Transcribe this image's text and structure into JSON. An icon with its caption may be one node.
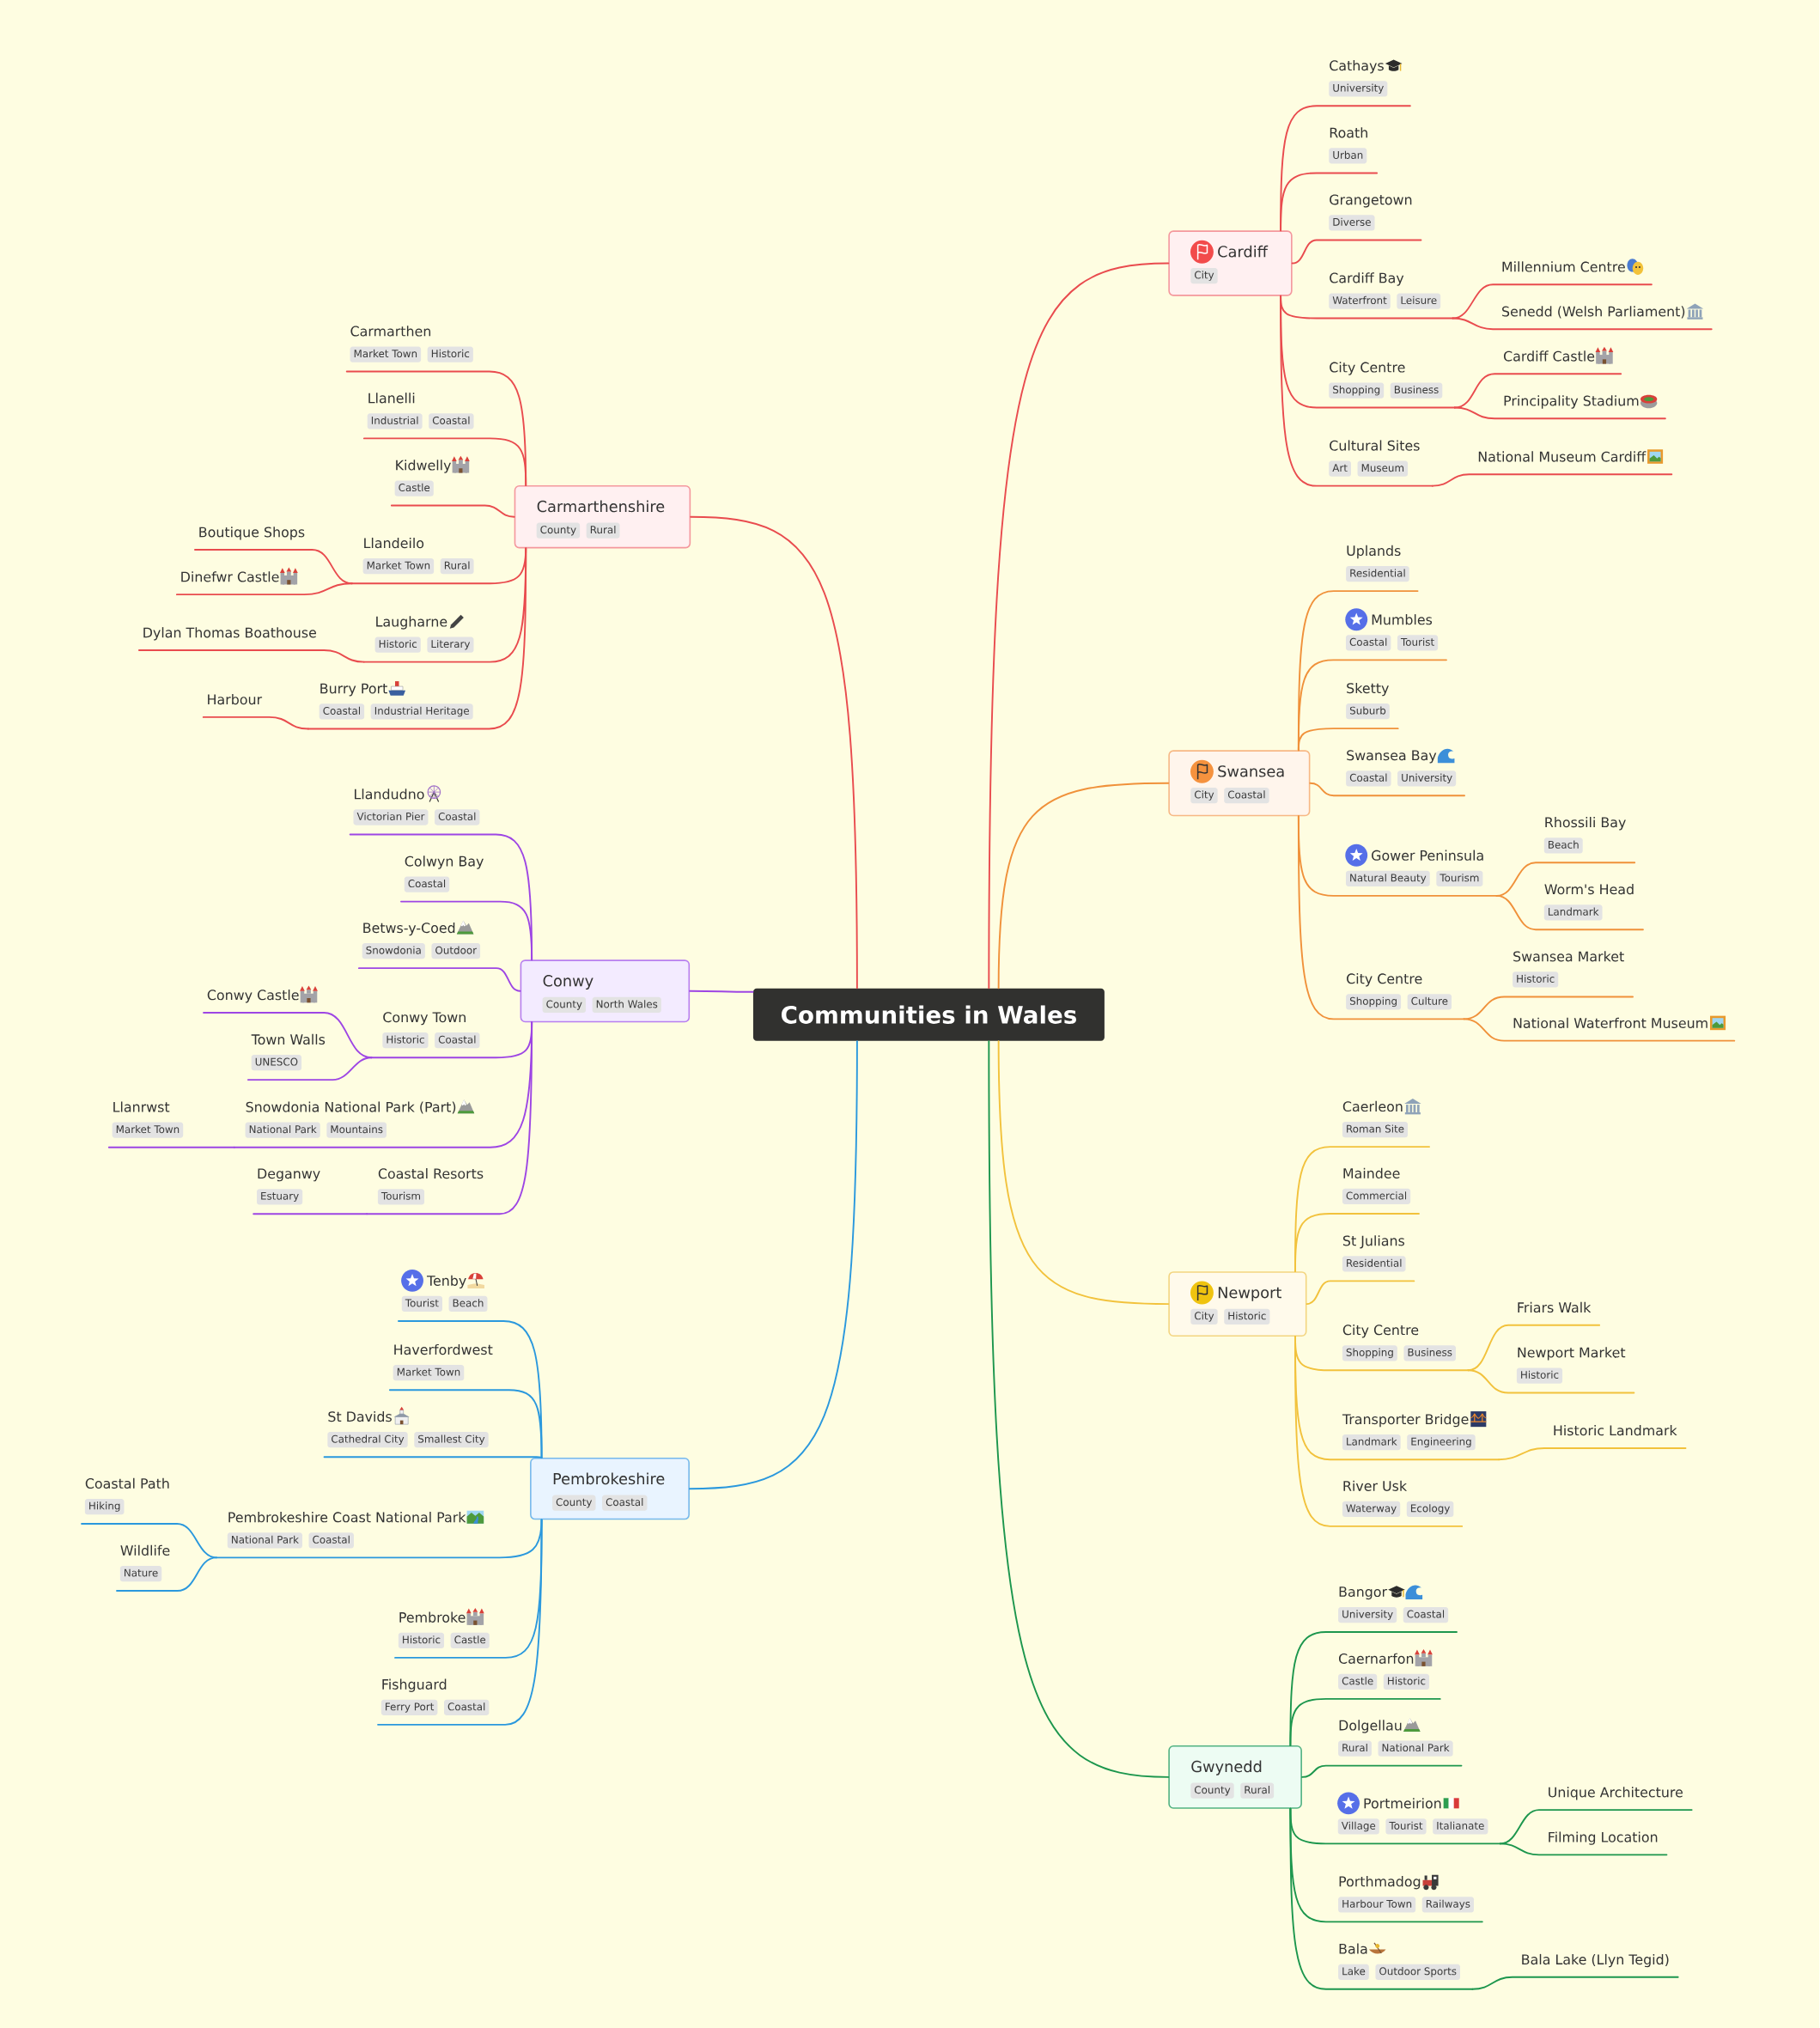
{
  "diagram": {
    "nodes": [
      {
        "text": [
          "Communities in Wales"
        ]
      },
      {
        "text": [
          "Cardiff",
          "City"
        ]
      },
      {
        "text": [
          "Cathays",
          "University"
        ]
      },
      {
        "text": [
          "Roath",
          "Urban"
        ]
      },
      {
        "text": [
          "Grangetown",
          "Diverse"
        ]
      },
      {
        "text": [
          "Cardiff Bay",
          "Waterfront",
          "Leisure"
        ]
      },
      {
        "text": [
          "Millennium Centre"
        ]
      },
      {
        "text": [
          "Senedd (Welsh Parliament)"
        ]
      },
      {
        "text": [
          "City Centre",
          "Shopping",
          "Business"
        ]
      },
      {
        "text": [
          "Cardiff Castle"
        ]
      },
      {
        "text": [
          "Principality Stadium"
        ]
      },
      {
        "text": [
          "Cultural Sites",
          "Art",
          "Museum"
        ]
      },
      {
        "text": [
          "National Museum Cardiff"
        ]
      },
      {
        "text": [
          "Swansea",
          "City",
          "Coastal"
        ]
      },
      {
        "text": [
          "Uplands",
          "Residential"
        ]
      },
      {
        "text": [
          "Mumbles",
          "Coastal",
          "Tourist"
        ]
      },
      {
        "text": [
          "Sketty",
          "Suburb"
        ]
      },
      {
        "text": [
          "Swansea Bay",
          "Coastal",
          "University"
        ]
      },
      {
        "text": [
          "Gower Peninsula",
          "Natural Beauty",
          "Tourism"
        ]
      },
      {
        "text": [
          "Rhossili Bay",
          "Beach"
        ]
      },
      {
        "text": [
          "Worm's Head",
          "Landmark"
        ]
      },
      {
        "text": [
          "City Centre",
          "Shopping",
          "Culture"
        ]
      },
      {
        "text": [
          "Swansea Market",
          "Historic"
        ]
      },
      {
        "text": [
          "National Waterfront Museum"
        ]
      },
      {
        "text": [
          "Newport",
          "City",
          "Historic"
        ]
      },
      {
        "text": [
          "Caerleon",
          "Roman Site"
        ]
      },
      {
        "text": [
          "Maindee",
          "Commercial"
        ]
      },
      {
        "text": [
          "St Julians",
          "Residential"
        ]
      },
      {
        "text": [
          "City Centre",
          "Shopping",
          "Business"
        ]
      },
      {
        "text": [
          "Friars Walk"
        ]
      },
      {
        "text": [
          "Newport Market",
          "Historic"
        ]
      },
      {
        "text": [
          "Transporter Bridge",
          "Landmark",
          "Engineering"
        ]
      },
      {
        "text": [
          "Historic Landmark"
        ]
      },
      {
        "text": [
          "River Usk",
          "Waterway",
          "Ecology"
        ]
      },
      {
        "text": [
          "Gwynedd",
          "County",
          "Rural"
        ]
      },
      {
        "text": [
          "Bangor",
          "University",
          "Coastal"
        ]
      },
      {
        "text": [
          "Caernarfon",
          "Castle",
          "Historic"
        ]
      },
      {
        "text": [
          "Dolgellau",
          "Rural",
          "National Park"
        ]
      },
      {
        "text": [
          "Portmeirion",
          "Village",
          "Tourist",
          "Italianate"
        ]
      },
      {
        "text": [
          "Unique Architecture"
        ]
      },
      {
        "text": [
          "Filming Location"
        ]
      },
      {
        "text": [
          "Porthmadog",
          "Harbour Town",
          "Railways"
        ]
      },
      {
        "text": [
          "Bala",
          "Lake",
          "Outdoor Sports"
        ]
      },
      {
        "text": [
          "Bala Lake (Llyn Tegid)"
        ]
      },
      {
        "text": [
          "Carmarthenshire",
          "County",
          "Rural"
        ]
      },
      {
        "text": [
          "Carmarthen",
          "Market Town",
          "Historic"
        ]
      },
      {
        "text": [
          "Llanelli",
          "Industrial",
          "Coastal"
        ]
      },
      {
        "text": [
          "Kidwelly",
          "Castle"
        ]
      },
      {
        "text": [
          "Llandeilo",
          "Market Town",
          "Rural"
        ]
      },
      {
        "text": [
          "Boutique Shops"
        ]
      },
      {
        "text": [
          "Dinefwr Castle"
        ]
      },
      {
        "text": [
          "Laugharne",
          "Historic",
          "Literary"
        ]
      },
      {
        "text": [
          "Dylan Thomas Boathouse"
        ]
      },
      {
        "text": [
          "Burry Port",
          "Coastal",
          "Industrial Heritage"
        ]
      },
      {
        "text": [
          "Harbour"
        ]
      },
      {
        "text": [
          "Conwy",
          "County",
          "North Wales"
        ]
      },
      {
        "text": [
          "Llandudno",
          "Victorian Pier",
          "Coastal"
        ]
      },
      {
        "text": [
          "Colwyn Bay",
          "Coastal"
        ]
      },
      {
        "text": [
          "Betws-y-Coed",
          "Snowdonia",
          "Outdoor"
        ]
      },
      {
        "text": [
          "Conwy Town",
          "Historic",
          "Coastal"
        ]
      },
      {
        "text": [
          "Conwy Castle"
        ]
      },
      {
        "text": [
          "Town Walls",
          "UNESCO"
        ]
      },
      {
        "text": [
          "Snowdonia National Park (Part)",
          "National Park",
          "Mountains"
        ]
      },
      {
        "text": [
          "Llanrwst",
          "Market Town"
        ]
      },
      {
        "text": [
          "Coastal Resorts",
          "Tourism"
        ]
      },
      {
        "text": [
          "Deganwy",
          "Estuary"
        ]
      },
      {
        "text": [
          "Pembrokeshire",
          "County",
          "Coastal"
        ]
      },
      {
        "text": [
          "Tenby",
          "Tourist",
          "Beach"
        ]
      },
      {
        "text": [
          "Haverfordwest",
          "Market Town"
        ]
      },
      {
        "text": [
          "St Davids",
          "Cathedral City",
          "Smallest City"
        ]
      },
      {
        "text": [
          "Pembrokeshire Coast National Park",
          "National Park",
          "Coastal"
        ]
      },
      {
        "text": [
          "Coastal Path",
          "Hiking"
        ]
      },
      {
        "text": [
          "Wildlife",
          "Nature"
        ]
      },
      {
        "text": [
          "Pembroke",
          "Historic",
          "Castle"
        ]
      },
      {
        "text": [
          "Fishguard",
          "Ferry Port",
          "Coastal"
        ]
      }
    ],
    "edges": [
      {
        "from": 0,
        "to": 1,
        "arrow": "none"
      },
      {
        "from": 1,
        "to": 2,
        "arrow": "none"
      },
      {
        "from": 1,
        "to": 3,
        "arrow": "none"
      },
      {
        "from": 1,
        "to": 4,
        "arrow": "none"
      },
      {
        "from": 1,
        "to": 5,
        "arrow": "none"
      },
      {
        "from": 5,
        "to": 6,
        "arrow": "none"
      },
      {
        "from": 5,
        "to": 7,
        "arrow": "none"
      },
      {
        "from": 1,
        "to": 8,
        "arrow": "none"
      },
      {
        "from": 8,
        "to": 9,
        "arrow": "none"
      },
      {
        "from": 8,
        "to": 10,
        "arrow": "none"
      },
      {
        "from": 1,
        "to": 11,
        "arrow": "none"
      },
      {
        "from": 11,
        "to": 12,
        "arrow": "none"
      },
      {
        "from": 0,
        "to": 13,
        "arrow": "none",
        "color": "#F0913A"
      },
      {
        "from": 13,
        "to": 14,
        "arrow": "none",
        "color": "#F0913A"
      },
      {
        "from": 13,
        "to": 15,
        "arrow": "none",
        "color": "#F0913A"
      },
      {
        "from": 13,
        "to": 16,
        "arrow": "none",
        "color": "#F0913A"
      },
      {
        "from": 13,
        "to": 17,
        "arrow": "none",
        "color": "#F0913A"
      },
      {
        "from": 13,
        "to": 18,
        "arrow": "none",
        "color": "#F0913A"
      },
      {
        "from": 18,
        "to": 19,
        "arrow": "none",
        "color": "#F0913A"
      },
      {
        "from": 18,
        "to": 20,
        "arrow": "none",
        "color": "#F0913A"
      },
      {
        "from": 13,
        "to": 21,
        "arrow": "none",
        "color": "#F0913A"
      },
      {
        "from": 21,
        "to": 22,
        "arrow": "none",
        "color": "#F0913A"
      },
      {
        "from": 21,
        "to": 23,
        "arrow": "none",
        "color": "#F0913A"
      },
      {
        "from": 0,
        "to": 24,
        "arrow": "none",
        "color": "#F2C23C"
      },
      {
        "from": 24,
        "to": 25,
        "arrow": "none",
        "color": "#F2C23C"
      },
      {
        "from": 24,
        "to": 26,
        "arrow": "none",
        "color": "#F2C23C"
      },
      {
        "from": 24,
        "to": 27,
        "arrow": "none",
        "color": "#F2C23C"
      },
      {
        "from": 24,
        "to": 28,
        "arrow": "none",
        "color": "#F2C23C"
      },
      {
        "from": 28,
        "to": 29,
        "arrow": "none",
        "color": "#F2C23C"
      },
      {
        "from": 28,
        "to": 30,
        "arrow": "none",
        "color": "#F2C23C"
      },
      {
        "from": 24,
        "to": 31,
        "arrow": "none",
        "color": "#F2C23C"
      },
      {
        "from": 31,
        "to": 32,
        "arrow": "none",
        "color": "#F2C23C"
      },
      {
        "from": 24,
        "to": 33,
        "arrow": "none",
        "color": "#F2C23C"
      },
      {
        "from": 0,
        "to": 34,
        "arrow": "none",
        "color": "#1C964D"
      },
      {
        "from": 34,
        "to": 35,
        "arrow": "none",
        "color": "#1C964D"
      },
      {
        "from": 34,
        "to": 36,
        "arrow": "none",
        "color": "#1C964D"
      },
      {
        "from": 34,
        "to": 37,
        "arrow": "none",
        "color": "#1C964D"
      },
      {
        "from": 34,
        "to": 38,
        "arrow": "none",
        "color": "#1C964D"
      },
      {
        "from": 38,
        "to": 39,
        "arrow": "none",
        "color": "#1C964D"
      },
      {
        "from": 38,
        "to": 40,
        "arrow": "none",
        "color": "#1C964D"
      },
      {
        "from": 34,
        "to": 41,
        "arrow": "none",
        "color": "#1C964D"
      },
      {
        "from": 34,
        "to": 42,
        "arrow": "none",
        "color": "#1C964D"
      },
      {
        "from": 42,
        "to": 43,
        "arrow": "none",
        "color": "#1C964D"
      },
      {
        "from": 0,
        "to": 44,
        "arrow": "none"
      },
      {
        "from": 44,
        "to": 45,
        "arrow": "none"
      },
      {
        "from": 44,
        "to": 46,
        "arrow": "none"
      },
      {
        "from": 44,
        "to": 47,
        "arrow": "none"
      },
      {
        "from": 44,
        "to": 48,
        "arrow": "none"
      },
      {
        "from": 48,
        "to": 49,
        "arrow": "none"
      },
      {
        "from": 48,
        "to": 50,
        "arrow": "none"
      },
      {
        "from": 44,
        "to": 51,
        "arrow": "none"
      },
      {
        "from": 51,
        "to": 52,
        "arrow": "none"
      },
      {
        "from": 44,
        "to": 53,
        "arrow": "none"
      },
      {
        "from": 53,
        "to": 54,
        "arrow": "none"
      },
      {
        "from": 0,
        "to": 55,
        "arrow": "none",
        "color": "#9D45E4"
      },
      {
        "from": 55,
        "to": 56,
        "arrow": "none",
        "color": "#9D45E4"
      },
      {
        "from": 55,
        "to": 57,
        "arrow": "none",
        "color": "#9D45E4"
      },
      {
        "from": 55,
        "to": 58,
        "arrow": "none",
        "color": "#9D45E4"
      },
      {
        "from": 55,
        "to": 59,
        "arrow": "none",
        "color": "#9D45E4"
      },
      {
        "from": 59,
        "to": 60,
        "arrow": "none",
        "color": "#9D45E4"
      },
      {
        "from": 59,
        "to": 61,
        "arrow": "none",
        "color": "#9D45E4"
      },
      {
        "from": 55,
        "to": 62,
        "arrow": "none",
        "color": "#9D45E4"
      },
      {
        "from": 62,
        "to": 63,
        "arrow": "none",
        "color": "#9D45E4"
      },
      {
        "from": 55,
        "to": 64,
        "arrow": "none",
        "color": "#9D45E4"
      },
      {
        "from": 64,
        "to": 65,
        "arrow": "none",
        "color": "#9D45E4"
      },
      {
        "from": 0,
        "to": 66,
        "arrow": "none",
        "color": "#2A98DD"
      },
      {
        "from": 66,
        "to": 67,
        "arrow": "none",
        "color": "#2A98DD"
      },
      {
        "from": 66,
        "to": 68,
        "arrow": "none",
        "color": "#2A98DD"
      },
      {
        "from": 66,
        "to": 69,
        "arrow": "none",
        "color": "#2A98DD"
      },
      {
        "from": 66,
        "to": 70,
        "arrow": "none",
        "color": "#2A98DD"
      },
      {
        "from": 70,
        "to": 71,
        "arrow": "none",
        "color": "#2A98DD"
      },
      {
        "from": 70,
        "to": 72,
        "arrow": "none",
        "color": "#2A98DD"
      },
      {
        "from": 66,
        "to": 73,
        "arrow": "none",
        "color": "#2A98DD"
      },
      {
        "from": 66,
        "to": 74,
        "arrow": "none",
        "color": "#2A98DD"
      }
    ]
  }
}
